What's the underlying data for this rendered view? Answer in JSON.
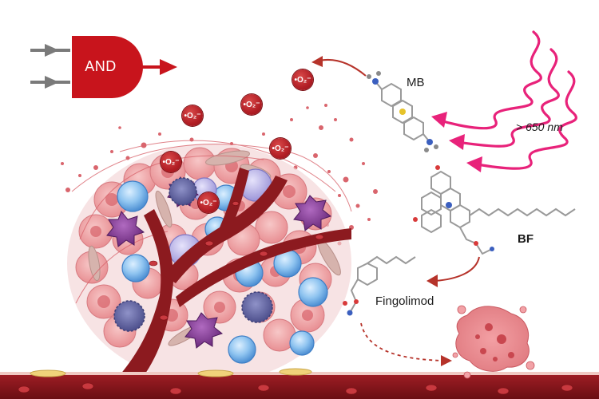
{
  "logic_gate": {
    "label": "AND"
  },
  "radical_label": "•O₂⁻",
  "molecules": {
    "mb": "MB",
    "bf": "BF",
    "fingolimod": "Fingolimod"
  },
  "light": {
    "wavelength": "> 650 nm"
  },
  "colors": {
    "gate": "#c8141c",
    "light_waves": "#e8227a",
    "radical": "#b21e25",
    "vessel": "#8c1a1f",
    "arrow": "#b6332a"
  }
}
